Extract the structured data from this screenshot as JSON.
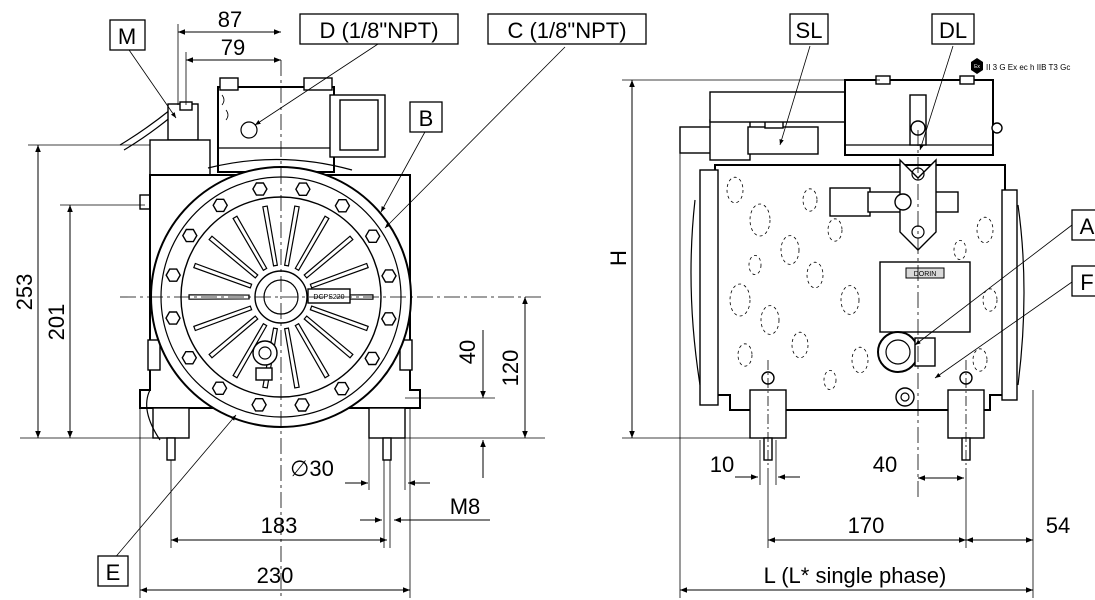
{
  "front_view": {
    "labels": {
      "M": "M",
      "D": "D (1/8\"NPT)",
      "C": "C (1/8\"NPT)",
      "B": "B",
      "E": "E"
    },
    "dimensions": {
      "d87": "87",
      "d79": "79",
      "d253": "253",
      "d201": "201",
      "d40": "40",
      "d120": "120",
      "d30": "∅30",
      "d183": "183",
      "m8": "M8",
      "d230": "230"
    },
    "nameplate": "DCPS220"
  },
  "side_view": {
    "labels": {
      "SL": "SL",
      "DL": "DL",
      "A": "A",
      "F": "F"
    },
    "ex_marking": "II 3 G Ex ec h IIB T3 Gc",
    "ex_symbol": "Ex",
    "nameplate": "DORIN",
    "dimensions": {
      "H": "H",
      "d10": "10",
      "d40": "40",
      "d170": "170",
      "d54": "54",
      "L": "L (L* single phase)"
    }
  }
}
